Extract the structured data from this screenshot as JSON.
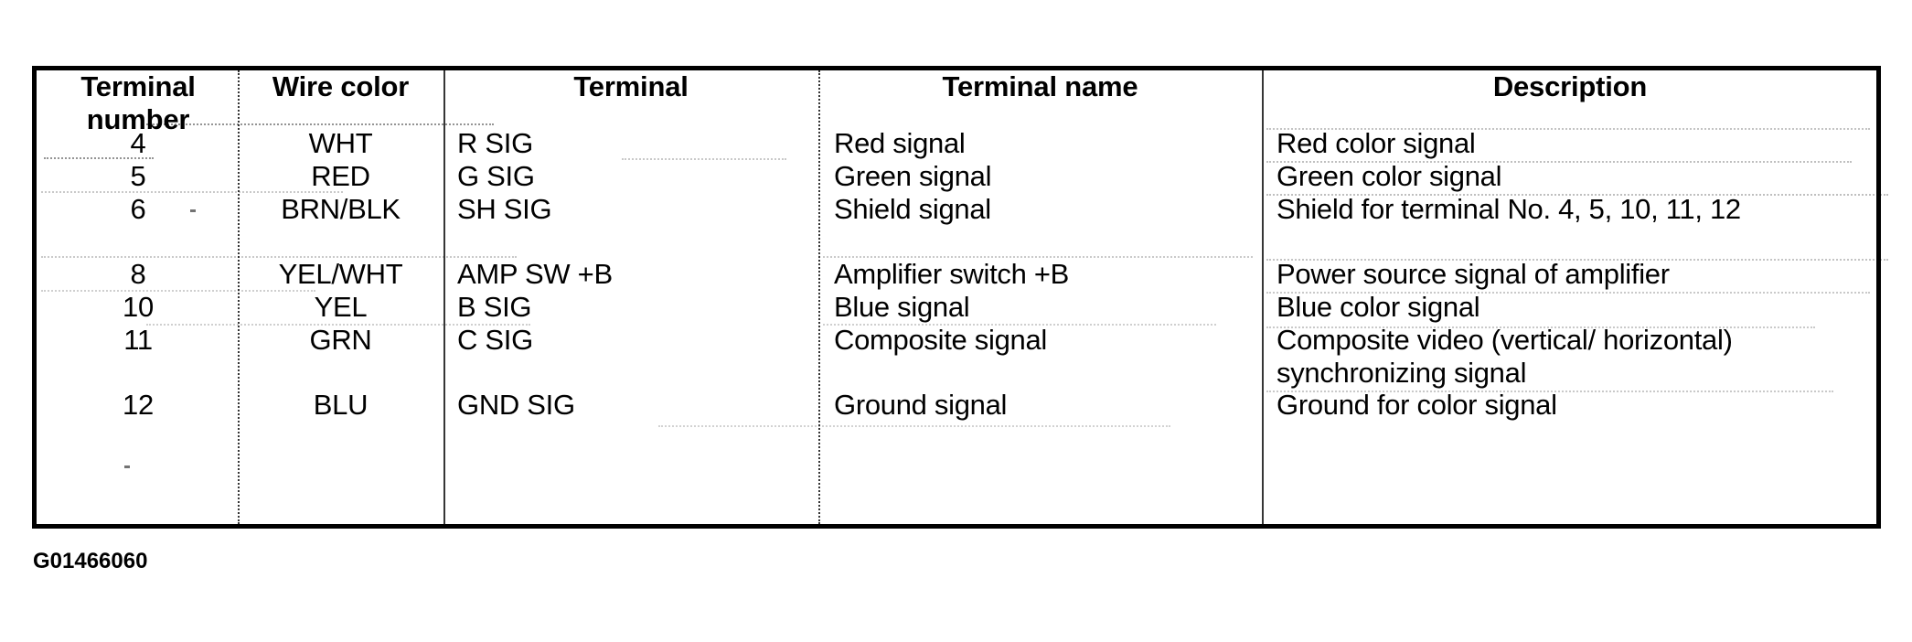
{
  "document": {
    "figure_code": "G01466060"
  },
  "table": {
    "columns": [
      {
        "key": "terminal_number",
        "label_line1": "Terminal",
        "label_line2": "number"
      },
      {
        "key": "wire_color",
        "label_line1": "Wire color",
        "label_line2": ""
      },
      {
        "key": "terminal",
        "label_line1": "Terminal",
        "label_line2": ""
      },
      {
        "key": "terminal_name",
        "label_line1": "Terminal name",
        "label_line2": ""
      },
      {
        "key": "description",
        "label_line1": "Description",
        "label_line2": ""
      }
    ],
    "rows": [
      {
        "terminal_number": "4",
        "wire_color": "WHT",
        "terminal": "R SIG",
        "terminal_name": "Red signal",
        "description": "Red color signal"
      },
      {
        "terminal_number": "5",
        "wire_color": "RED",
        "terminal": "G SIG",
        "terminal_name": "Green signal",
        "description": "Green color signal"
      },
      {
        "terminal_number": "6",
        "wire_color": "BRN/BLK",
        "terminal": "SH SIG",
        "terminal_name": "Shield signal",
        "description": "Shield for terminal No. 4, 5, 10, 11, 12"
      },
      {
        "terminal_number": "8",
        "wire_color": "YEL/WHT",
        "terminal": "AMP SW +B",
        "terminal_name": "Amplifier switch +B",
        "description": "Power source signal of amplifier"
      },
      {
        "terminal_number": "10",
        "wire_color": "YEL",
        "terminal": "B SIG",
        "terminal_name": "Blue signal",
        "description": "Blue color signal"
      },
      {
        "terminal_number": "11",
        "wire_color": "GRN",
        "terminal": "C SIG",
        "terminal_name": "Composite signal",
        "description": "Composite video (vertical/ horizontal) synchronizing signal"
      },
      {
        "terminal_number": "12",
        "wire_color": "BLU",
        "terminal": "GND SIG",
        "terminal_name": "Ground signal",
        "description": "Ground for color signal"
      }
    ]
  },
  "colors": {
    "border": "#000000",
    "text": "#000000",
    "page_background": "#ffffff"
  }
}
